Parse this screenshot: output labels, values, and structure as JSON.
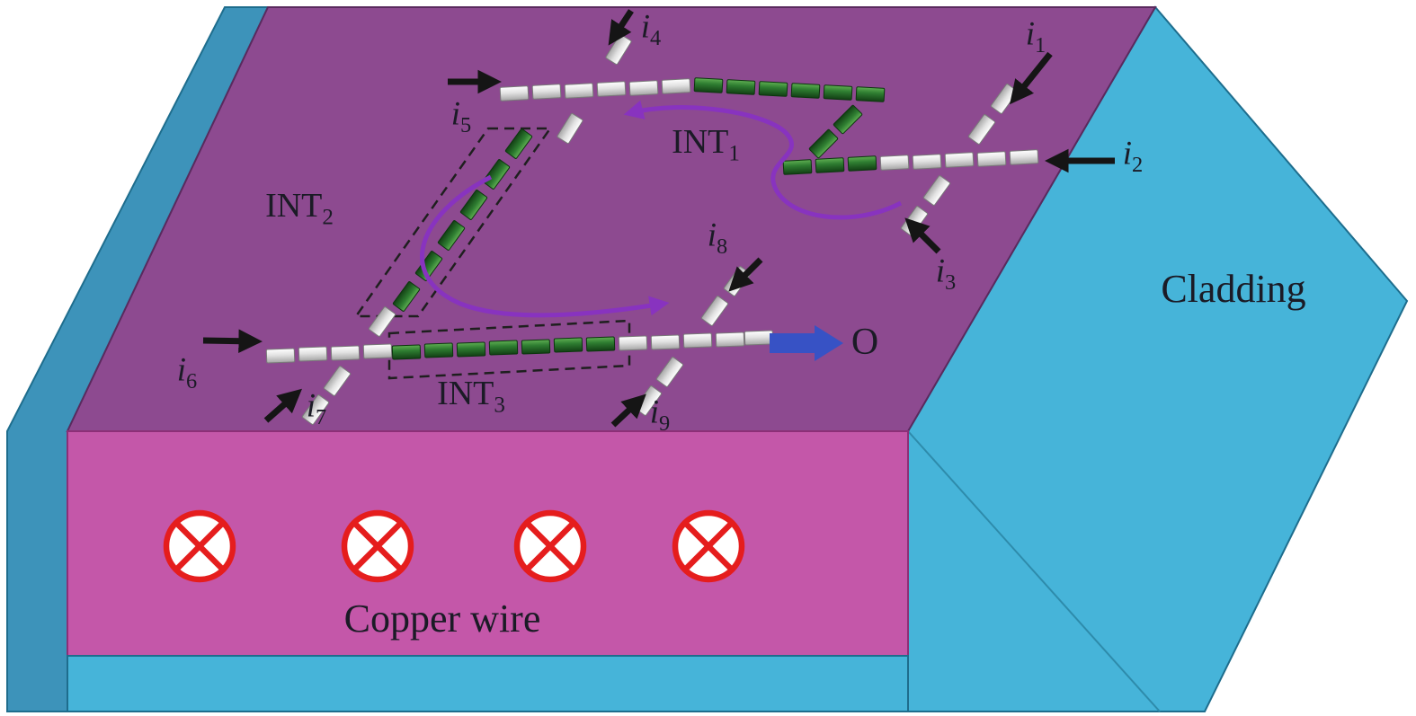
{
  "figure": {
    "cladding_label": "Cladding",
    "copper_wire_label": "Copper wire",
    "output_label": "O"
  },
  "inputs": {
    "i1": {
      "base": "i",
      "sub": "1"
    },
    "i2": {
      "base": "i",
      "sub": "2"
    },
    "i3": {
      "base": "i",
      "sub": "3"
    },
    "i4": {
      "base": "i",
      "sub": "4"
    },
    "i5": {
      "base": "i",
      "sub": "5"
    },
    "i6": {
      "base": "i",
      "sub": "6"
    },
    "i7": {
      "base": "i",
      "sub": "7"
    },
    "i8": {
      "base": "i",
      "sub": "8"
    },
    "i9": {
      "base": "i",
      "sub": "9"
    }
  },
  "interferometers": {
    "int1": {
      "base": "INT",
      "sub": "1"
    },
    "int2": {
      "base": "INT",
      "sub": "2"
    },
    "int3": {
      "base": "INT",
      "sub": "3"
    }
  },
  "colors": {
    "background": "#ffffff",
    "top_face_purple": "#8d4a90",
    "front_face_magenta": "#c457a9",
    "cladding_cyan": "#46b4d9",
    "cladding_cyan_dark": "#3d93ba",
    "green_segment": "#2e7d31",
    "white_segment": "#e9e9e9",
    "copper_symbol_red": "#e51d1d",
    "output_arrow_blue": "#3752c5",
    "flow_arrow_purple": "#8833bf",
    "input_arrow_black": "#151515",
    "dashed_outline": "#1f1f1f",
    "label_text": "#1b1b26"
  }
}
